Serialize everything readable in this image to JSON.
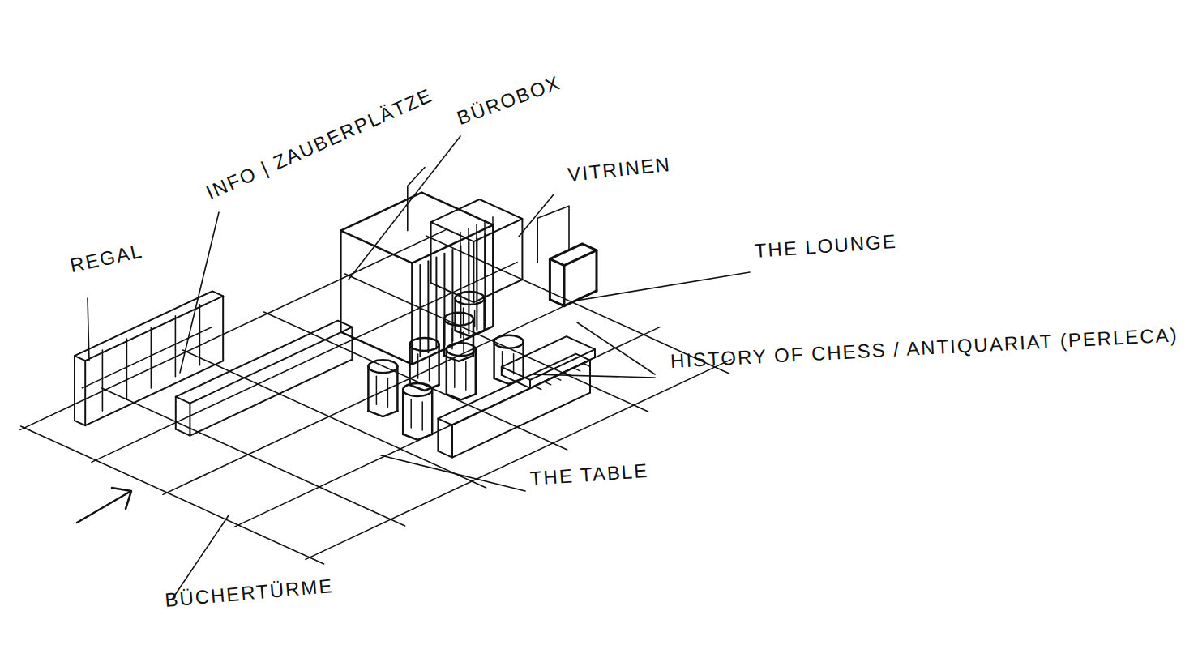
{
  "diagram": {
    "labels": [
      "REGAL",
      "INFO | ZAUBERPLÄTZE",
      "BÜROBOX",
      "VITRINEN",
      "THE LOUNGE",
      "HISTORY OF CHESS / ANTIQUARIAT (PERLECA)",
      "THE TABLE",
      "BÜCHERTÜRME"
    ]
  }
}
